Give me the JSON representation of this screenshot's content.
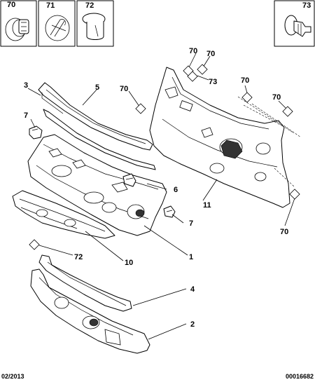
{
  "callouts": {
    "clip_70": "70",
    "clip_71": "71",
    "clip_72": "72",
    "clip_73": "73",
    "p1": "1",
    "p2": "2",
    "p3": "3",
    "p4": "4",
    "p5": "5",
    "p6": "6",
    "p7": "7",
    "p10": "10",
    "p11": "11"
  },
  "footer": {
    "date": "02/2013",
    "reference": "00016682"
  }
}
